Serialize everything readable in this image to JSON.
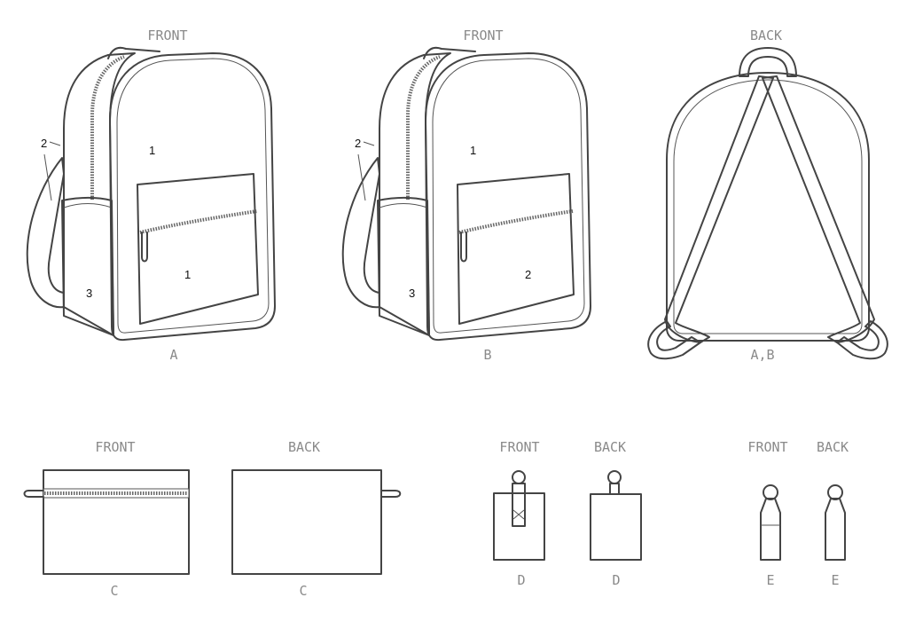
{
  "labels": {
    "front": "FRONT",
    "back": "BACK",
    "view_a": "A",
    "view_b": "B",
    "view_ab": "A,B",
    "view_c": "C",
    "view_d": "D",
    "view_e": "E"
  },
  "piece_numbers": {
    "one": "1",
    "two": "2",
    "three": "3"
  },
  "colors": {
    "outline": "#444444",
    "side_panel": "#9a9a9a",
    "pocket_b": "#d6d6d6",
    "strap": "#dddddd",
    "label": "#8a8a8a"
  }
}
